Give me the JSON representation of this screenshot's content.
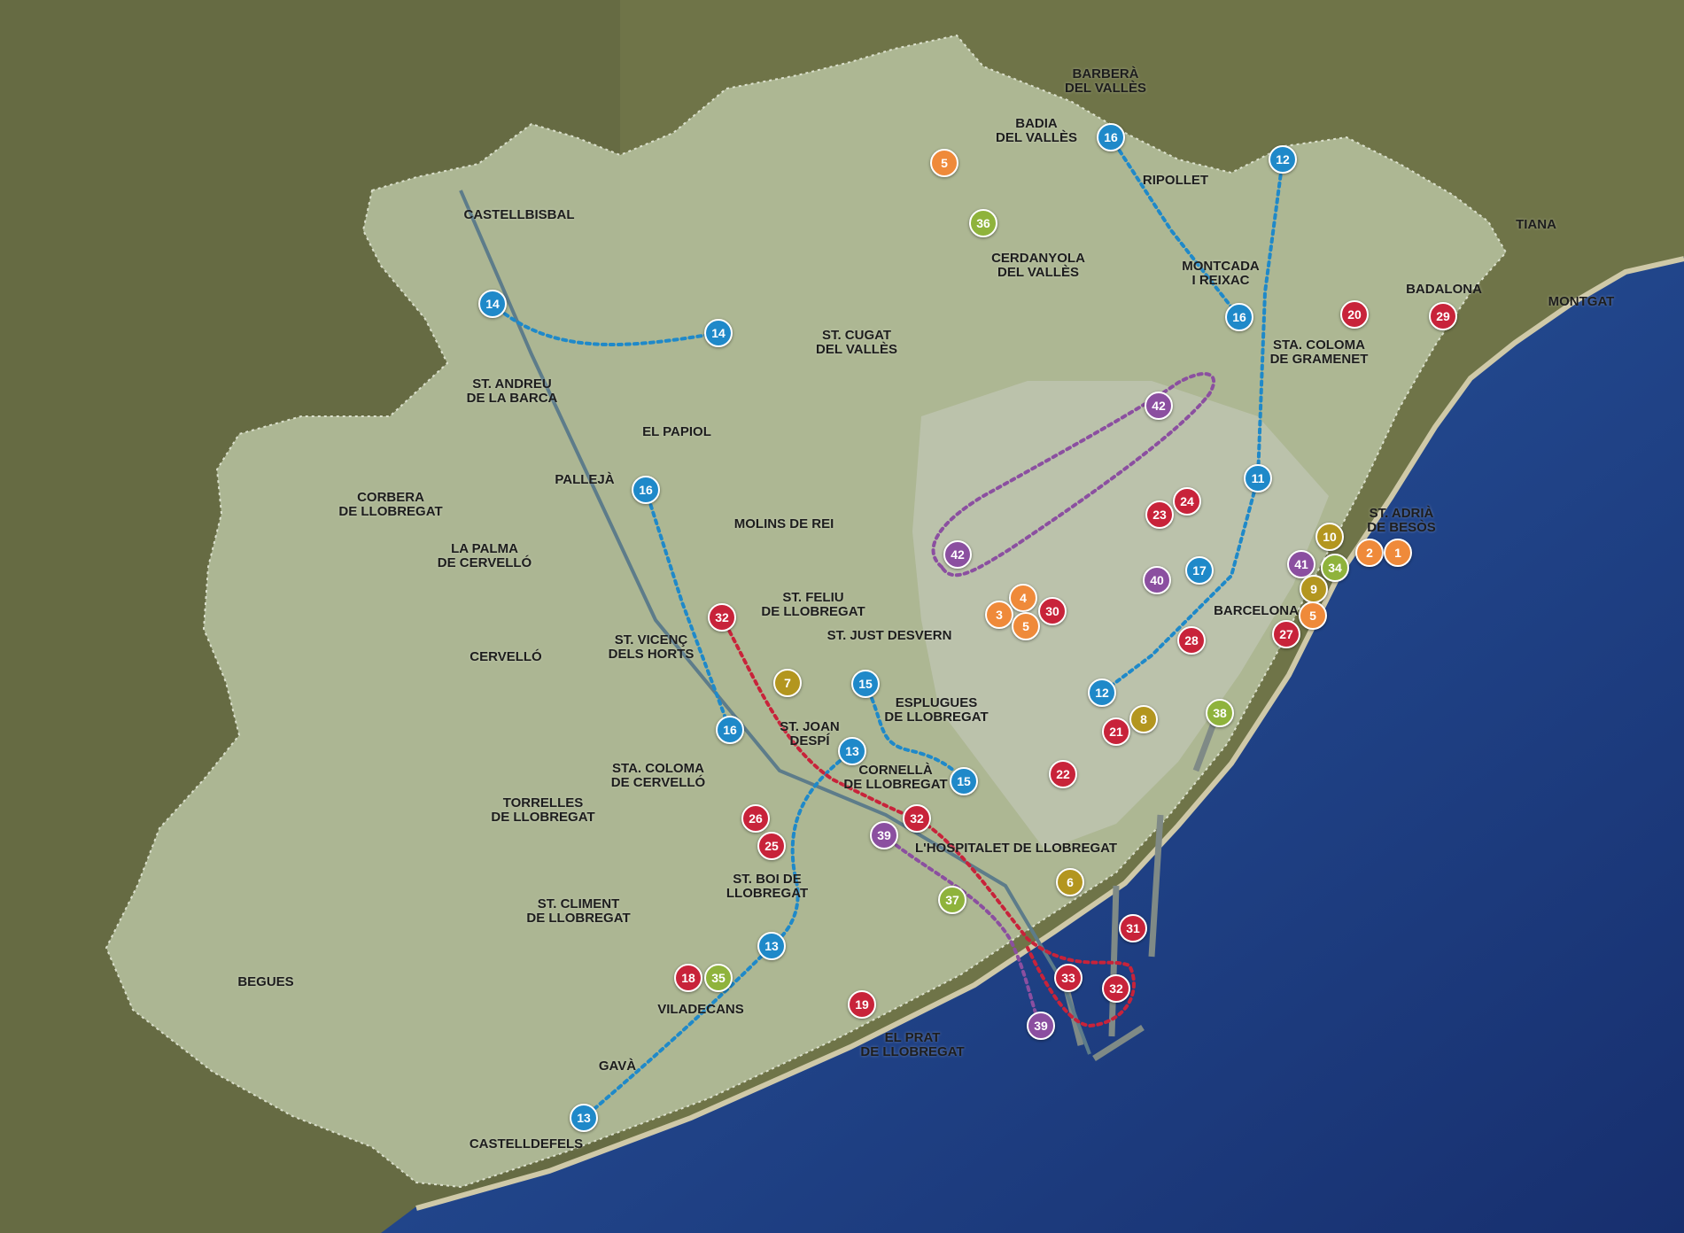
{
  "colors": {
    "transit": "#1f89c9",
    "red": "#c8233a",
    "orange": "#ef8a3a",
    "olive": "#b3961f",
    "green": "#8fb33c",
    "purple": "#8b4fa0",
    "sea": "#1c3f86",
    "land": "#6f7448",
    "metro_area": "#aebb94"
  },
  "places": [
    {
      "key": "barbera",
      "label": "BARBERÀ\nDEL VALLÈS"
    },
    {
      "key": "badia",
      "label": "BADIA\nDEL VALLÈS"
    },
    {
      "key": "ripollet",
      "label": "RIPOLLET"
    },
    {
      "key": "castellbisbal",
      "label": "CASTELLBISBAL"
    },
    {
      "key": "cerdanyola",
      "label": "CERDANYOLA\nDEL VALLÈS"
    },
    {
      "key": "montcada",
      "label": "MONTCADA\nI REIXAC"
    },
    {
      "key": "tiana",
      "label": "TIANA"
    },
    {
      "key": "badalona",
      "label": "BADALONA"
    },
    {
      "key": "montgat",
      "label": "MONTGAT"
    },
    {
      "key": "st-cugat",
      "label": "ST. CUGAT\nDEL VALLÈS"
    },
    {
      "key": "sta-coloma-gramenet",
      "label": "STA. COLOMA\nDE GRAMENET"
    },
    {
      "key": "st-andreu-barca",
      "label": "ST. ANDREU\nDE LA BARCA"
    },
    {
      "key": "el-papiol",
      "label": "EL PAPIOL"
    },
    {
      "key": "palleja",
      "label": "PALLEJÀ"
    },
    {
      "key": "corbera",
      "label": "CORBERA\nDE LLOBREGAT"
    },
    {
      "key": "molins",
      "label": "MOLINS DE REI"
    },
    {
      "key": "st-adria",
      "label": "ST. ADRIÀ\nDE BESÒS"
    },
    {
      "key": "la-palma",
      "label": "LA PALMA\nDE CERVELLÓ"
    },
    {
      "key": "st-feliu",
      "label": "ST. FELIU\nDE LLOBREGAT"
    },
    {
      "key": "barcelona",
      "label": "BARCELONA"
    },
    {
      "key": "st-vicenc",
      "label": "ST. VICENÇ\nDELS HORTS"
    },
    {
      "key": "cervello",
      "label": "CERVELLÓ"
    },
    {
      "key": "st-just",
      "label": "ST. JUST DESVERN"
    },
    {
      "key": "esplugues",
      "label": "ESPLUGUES\nDE LLOBREGAT"
    },
    {
      "key": "st-joan-despi",
      "label": "ST. JOAN\nDESPÍ"
    },
    {
      "key": "sta-coloma-cervello",
      "label": "STA. COLOMA\nDE CERVELLÓ"
    },
    {
      "key": "cornella",
      "label": "CORNELLÀ\nDE LLOBREGAT"
    },
    {
      "key": "torrelles",
      "label": "TORRELLES\nDE LLOBREGAT"
    },
    {
      "key": "hospitalet",
      "label": "L'HOSPITALET DE LLOBREGAT"
    },
    {
      "key": "st-boi",
      "label": "ST. BOI DE\nLLOBREGAT"
    },
    {
      "key": "st-climent",
      "label": "ST. CLIMENT\nDE LLOBREGAT"
    },
    {
      "key": "begues",
      "label": "BEGUES"
    },
    {
      "key": "viladecans",
      "label": "VILADECANS"
    },
    {
      "key": "el-prat",
      "label": "EL PRAT\nDE LLOBREGAT"
    },
    {
      "key": "gava",
      "label": "GAVÀ"
    },
    {
      "key": "castelldefels",
      "label": "CASTELLDEFELS"
    }
  ],
  "markers": [
    {
      "label": "16",
      "color": "transit"
    },
    {
      "label": "12",
      "color": "transit"
    },
    {
      "label": "5",
      "color": "orange"
    },
    {
      "label": "36",
      "color": "green"
    },
    {
      "label": "14",
      "color": "transit"
    },
    {
      "label": "14",
      "color": "transit"
    },
    {
      "label": "16",
      "color": "transit"
    },
    {
      "label": "20",
      "color": "red"
    },
    {
      "label": "29",
      "color": "red"
    },
    {
      "label": "42",
      "color": "purple"
    },
    {
      "label": "11",
      "color": "transit"
    },
    {
      "label": "16",
      "color": "transit"
    },
    {
      "label": "23",
      "color": "red"
    },
    {
      "label": "24",
      "color": "red"
    },
    {
      "label": "10",
      "color": "olive"
    },
    {
      "label": "2",
      "color": "orange"
    },
    {
      "label": "1",
      "color": "orange"
    },
    {
      "label": "42",
      "color": "purple"
    },
    {
      "label": "41",
      "color": "purple"
    },
    {
      "label": "34",
      "color": "green"
    },
    {
      "label": "40",
      "color": "purple"
    },
    {
      "label": "17",
      "color": "transit"
    },
    {
      "label": "9",
      "color": "olive"
    },
    {
      "label": "4",
      "color": "orange"
    },
    {
      "label": "3",
      "color": "orange"
    },
    {
      "label": "5",
      "color": "orange"
    },
    {
      "label": "30",
      "color": "red"
    },
    {
      "label": "32",
      "color": "red"
    },
    {
      "label": "5",
      "color": "orange"
    },
    {
      "label": "27",
      "color": "red"
    },
    {
      "label": "28",
      "color": "red"
    },
    {
      "label": "7",
      "color": "olive"
    },
    {
      "label": "15",
      "color": "transit"
    },
    {
      "label": "12",
      "color": "transit"
    },
    {
      "label": "38",
      "color": "green"
    },
    {
      "label": "16",
      "color": "transit"
    },
    {
      "label": "21",
      "color": "red"
    },
    {
      "label": "8",
      "color": "olive"
    },
    {
      "label": "13",
      "color": "transit"
    },
    {
      "label": "15",
      "color": "transit"
    },
    {
      "label": "22",
      "color": "red"
    },
    {
      "label": "26",
      "color": "red"
    },
    {
      "label": "32",
      "color": "red"
    },
    {
      "label": "39",
      "color": "purple"
    },
    {
      "label": "25",
      "color": "red"
    },
    {
      "label": "6",
      "color": "olive"
    },
    {
      "label": "37",
      "color": "green"
    },
    {
      "label": "31",
      "color": "red"
    },
    {
      "label": "13",
      "color": "transit"
    },
    {
      "label": "18",
      "color": "red"
    },
    {
      "label": "35",
      "color": "green"
    },
    {
      "label": "33",
      "color": "red"
    },
    {
      "label": "32",
      "color": "red"
    },
    {
      "label": "19",
      "color": "red"
    },
    {
      "label": "39",
      "color": "purple"
    },
    {
      "label": "13",
      "color": "transit"
    }
  ]
}
